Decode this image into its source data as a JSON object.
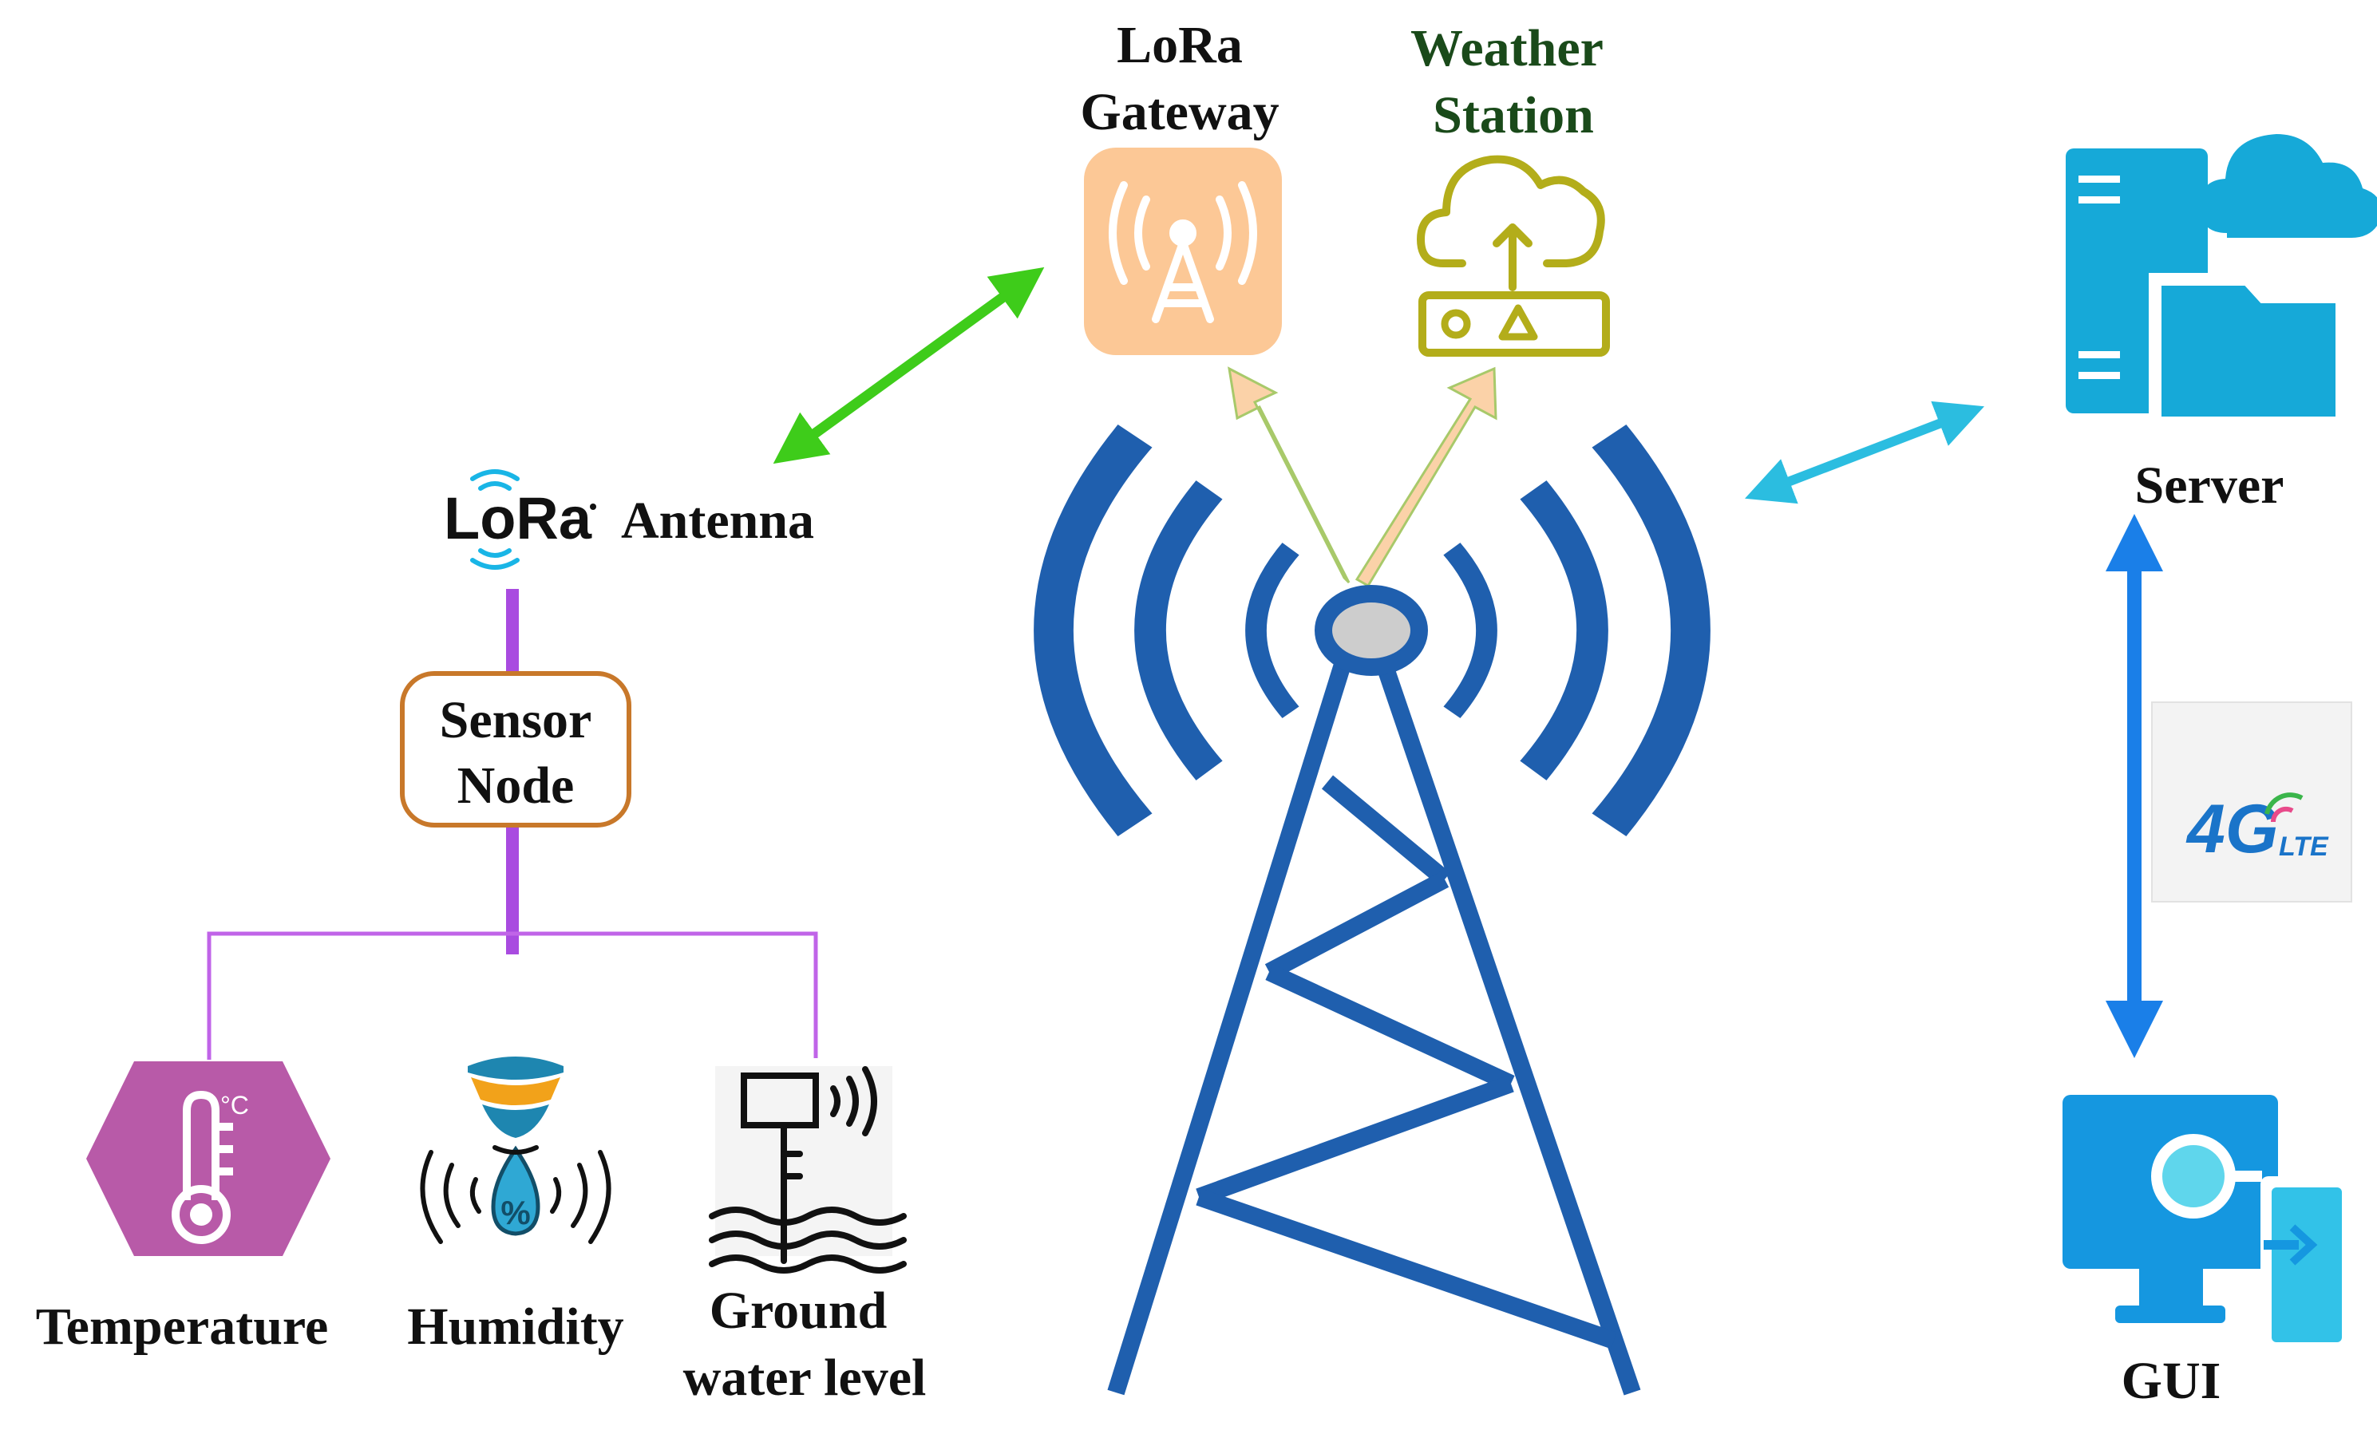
{
  "labels": {
    "lora_gateway_line1": "LoRa",
    "lora_gateway_line2": "Gateway",
    "weather_station_line1": "Weather",
    "weather_station_line2": "Station",
    "server": "Server",
    "gui": "GUI",
    "lora_logo": "LoRa",
    "antenna": "Antenna",
    "sensor_node_line1": "Sensor",
    "sensor_node_line2": "Node",
    "temperature": "Temperature",
    "humidity": "Humidity",
    "ground_water_line1": "Ground",
    "ground_water_line2": "water level",
    "lte_4g": "4G",
    "lte_suffix": "LTE",
    "temp_unit": "°C",
    "humidity_symbol": "%"
  },
  "colors": {
    "tower": "#1f5fae",
    "gateway_bg": "#fcc896",
    "weather_station": "#b3ad1a",
    "weather_label": "#1a4a1a",
    "server": "#16a9d8",
    "gui": "#1597e0",
    "green_arrow": "#3ecc1a",
    "cyan_arrow": "#2bbde0",
    "blue_arrow": "#1a7fe8",
    "peach_arrow": "#fbd2a8",
    "sensor_node_border": "#c8782a",
    "purple_line": "#a94be0",
    "temperature_bg": "#b85aa8",
    "humidity_accent": "#1e86b0"
  }
}
